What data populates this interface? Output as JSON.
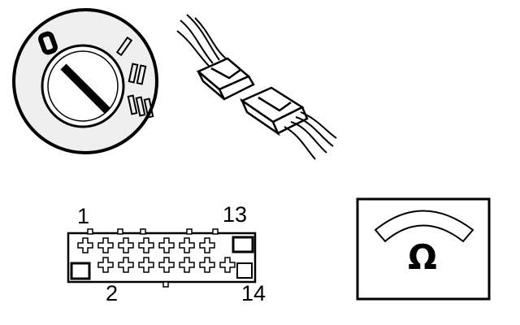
{
  "connector": {
    "pin_top_left": "1",
    "pin_bottom_left": "2",
    "pin_top_right": "13",
    "pin_bottom_right": "14"
  },
  "meter": {
    "symbol": "Ω"
  },
  "ignition_switch": {
    "positions": [
      "0",
      "I",
      "II",
      "III"
    ]
  },
  "colors": {
    "ink": "#000000",
    "background": "#ffffff",
    "dial_fill": "#efefef"
  }
}
